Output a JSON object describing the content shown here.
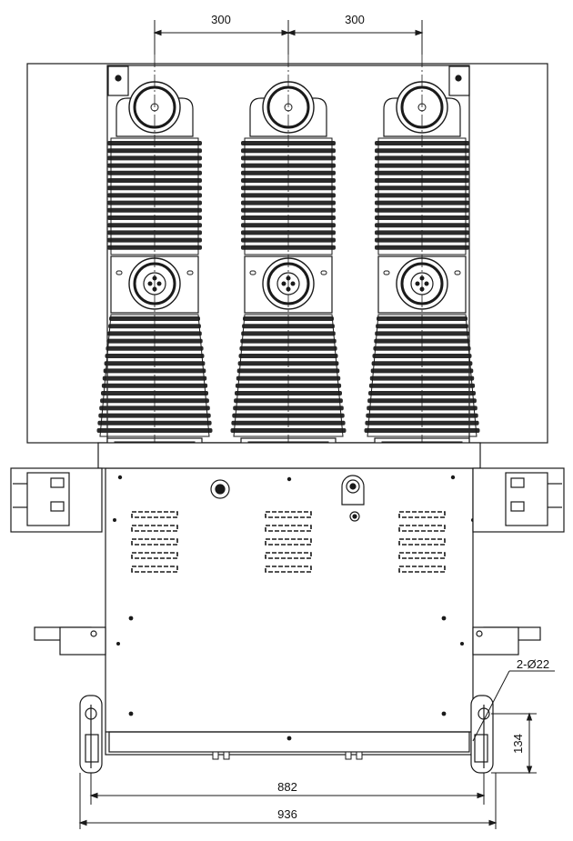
{
  "dimensions": {
    "phase_spacing_left": "300",
    "phase_spacing_right": "300",
    "mounting_holes": "2-Ø22",
    "hole_height": "134",
    "wheel_track": "882",
    "overall_width": "936"
  },
  "colors": {
    "line": "#1a1a1a",
    "sheds": "#2b2b2b",
    "panel": "#ffffff"
  }
}
